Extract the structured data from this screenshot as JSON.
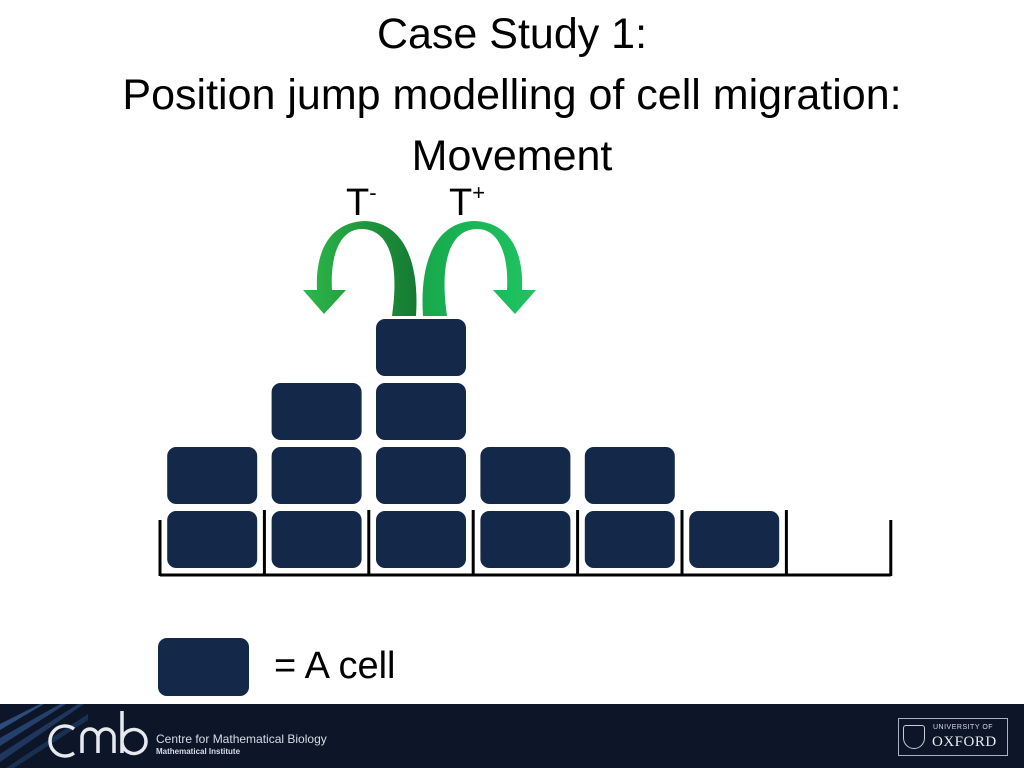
{
  "slide": {
    "title_lines": [
      "Case Study 1:",
      "Position jump modelling of cell migration:",
      "Movement"
    ]
  },
  "diagram": {
    "left_rate": {
      "base": "T",
      "sup": "-"
    },
    "right_rate": {
      "base": "T",
      "sup": "+"
    },
    "column_cell_counts": [
      2,
      3,
      4,
      2,
      2,
      1,
      0
    ],
    "arrow_color": "#1db954",
    "cell_color": "#14284a"
  },
  "legend": {
    "text": "= A cell"
  },
  "footer": {
    "centre_name": "Centre for Mathematical Biology",
    "centre_sub": "Mathematical Institute",
    "oxford_small": "UNIVERSITY OF",
    "oxford_big": "OXFORD"
  }
}
